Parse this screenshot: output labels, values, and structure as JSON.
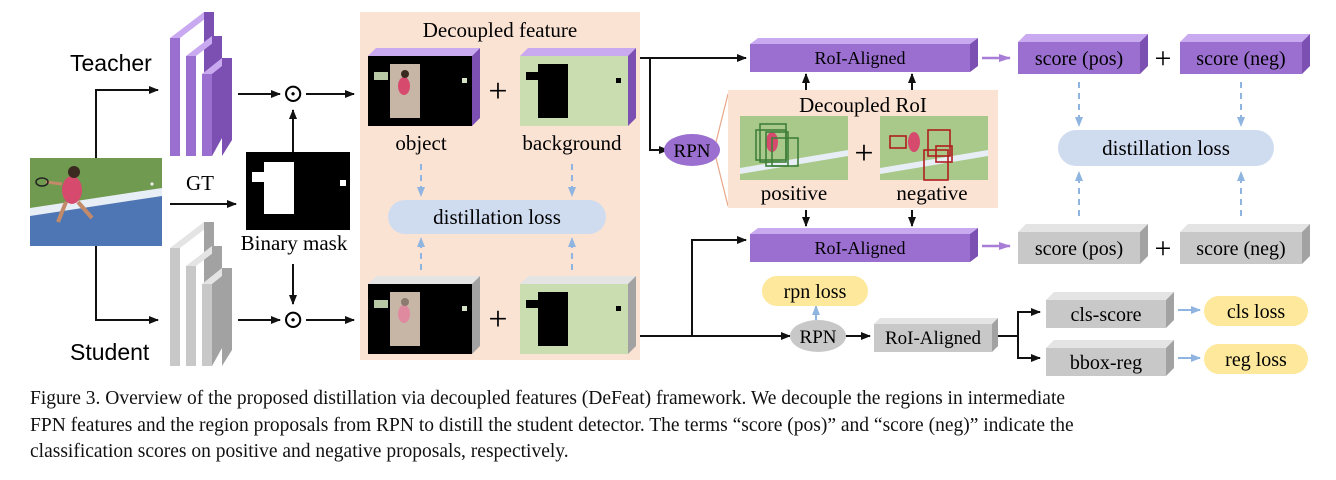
{
  "labels": {
    "teacher": "Teacher",
    "student": "Student",
    "gt": "GT",
    "binary_mask": "Binary mask",
    "decoupled_feature": "Decoupled feature",
    "object": "object",
    "background": "background",
    "distillation_loss_left": "distillation loss",
    "rpn_teacher": "RPN",
    "roi_aligned_top": "RoI-Aligned",
    "roi_aligned_mid": "RoI-Aligned",
    "decoupled_roi": "Decoupled RoI",
    "positive": "positive",
    "negative": "negative",
    "score_pos_top": "score (pos)",
    "score_neg_top": "score (neg)",
    "score_pos_bottom": "score (pos)",
    "score_neg_bottom": "score (neg)",
    "distillation_loss_right": "distillation loss",
    "rpn_loss": "rpn loss",
    "rpn_student": "RPN",
    "roi_aligned_student": "RoI-Aligned",
    "cls_score": "cls-score",
    "bbox_reg": "bbox-reg",
    "cls_loss": "cls loss",
    "reg_loss": "reg loss",
    "plus": "+",
    "hadamard": "⊙"
  },
  "colors": {
    "teacher_purple": "#9b6fd0",
    "student_gray": "#c8c8c8",
    "peach_panel": "#fbe3d4",
    "loss_blue": "#cfdcf0",
    "loss_yellow": "#fde89b",
    "dashed_arrow": "#8fb4e0",
    "court_green": "#a9c98a"
  },
  "caption": {
    "line1": "Figure 3. Overview of the proposed distillation via decoupled features (DeFeat) framework.  We decouple the regions in intermediate",
    "line2": "FPN features and the region proposals from RPN to distill the student detector.  The terms “score (pos)” and “score (neg)” indicate the",
    "line3": "classification scores on positive and negative proposals, respectively."
  }
}
